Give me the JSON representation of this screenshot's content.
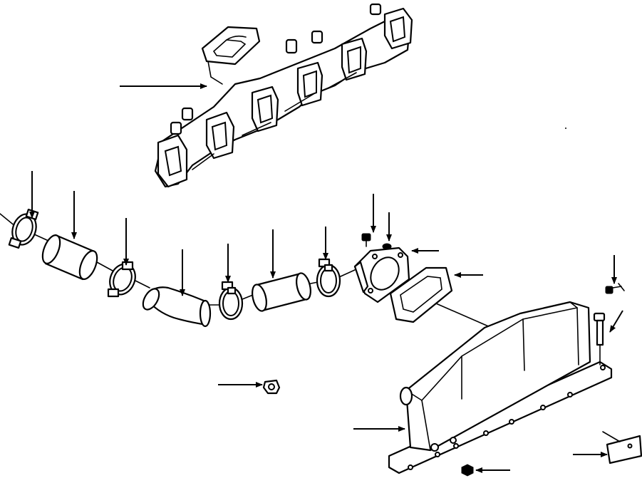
{
  "diagram": {
    "background": "#ffffff",
    "ink": "#000000",
    "parts": [
      "exhaust-manifold",
      "hose-clamp-left",
      "straight-hose-left",
      "hose-clamp-mid-left",
      "elbow-hose",
      "hose-clamp-center",
      "straight-hose-center",
      "hose-clamp-right",
      "connector-flange",
      "flange-gasket",
      "aftercooler-housing",
      "nut",
      "drain-plug",
      "bracket-plate"
    ],
    "leader_arrows": 21
  }
}
